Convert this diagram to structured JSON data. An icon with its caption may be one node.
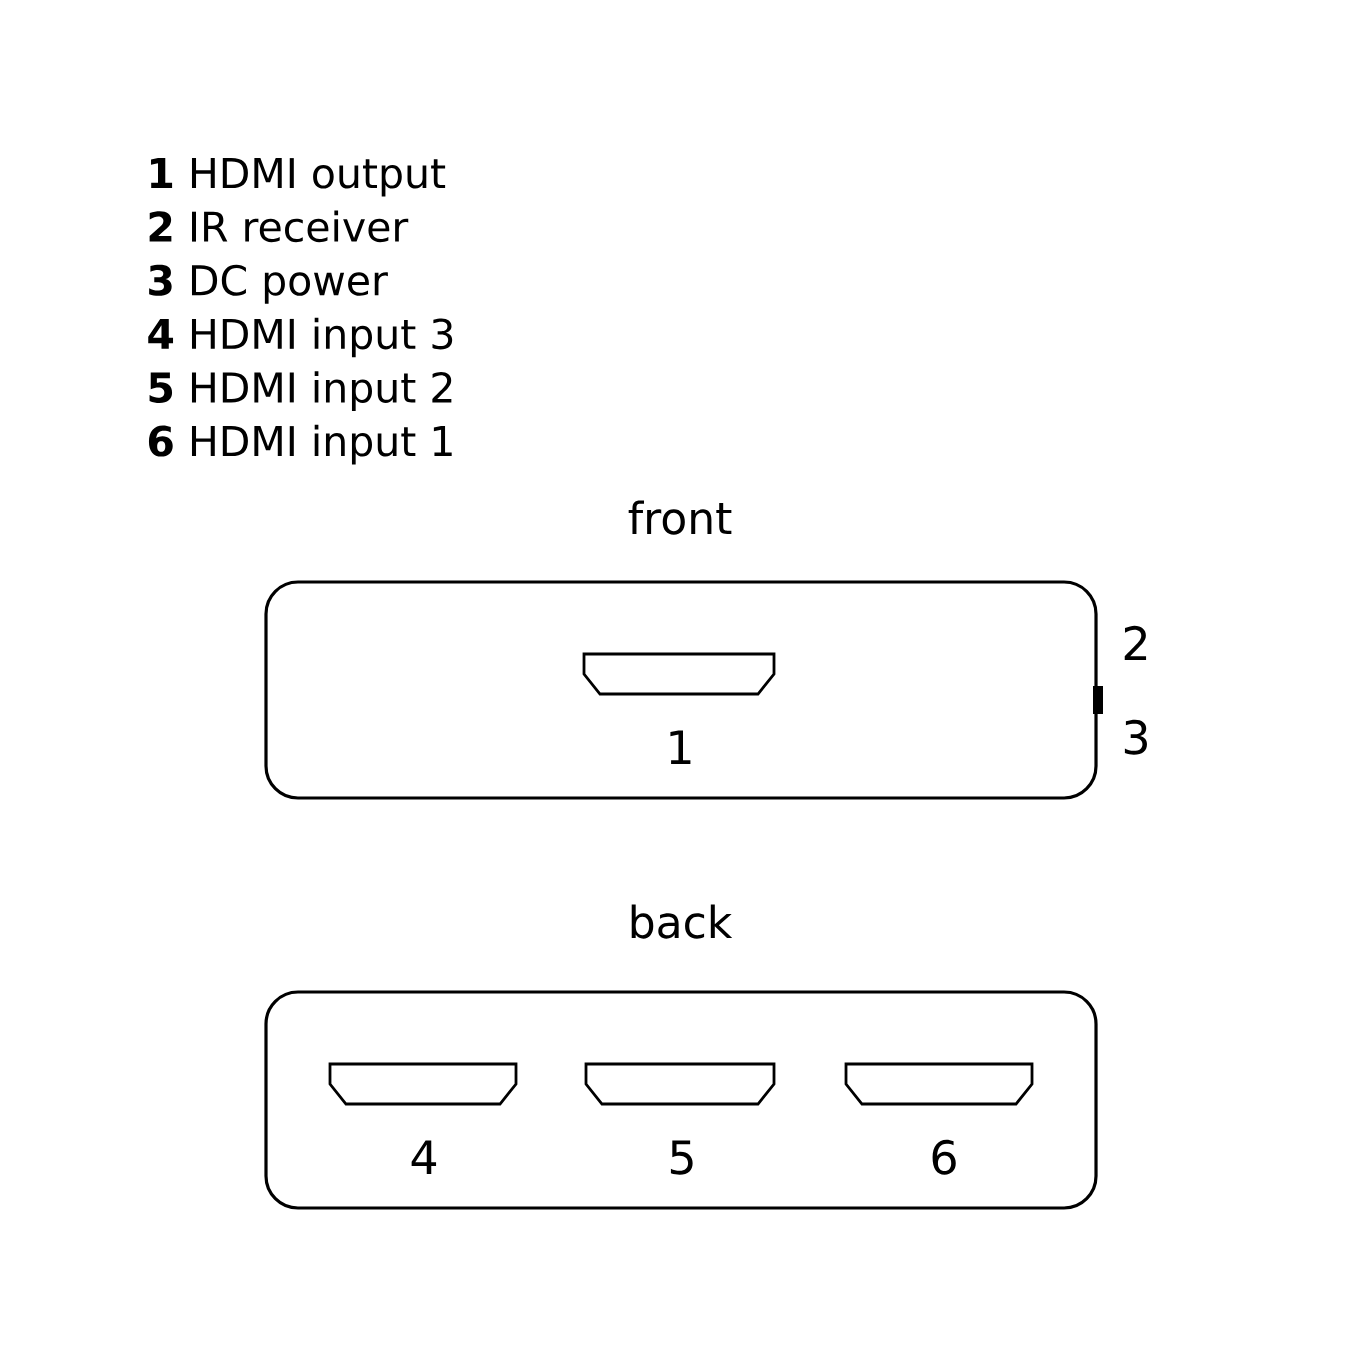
{
  "diagram": {
    "nodes": [
      {
        "text": [
          "front"
        ],
        "beside": [
          "2",
          "3"
        ]
      },
      {
        "text": [],
        "shape": "port",
        "in": 0,
        "beside": [
          "1"
        ]
      },
      {
        "text": [
          "back"
        ]
      },
      {
        "text": [],
        "shape": "port",
        "in": 2,
        "beside": [
          "4"
        ]
      },
      {
        "text": [],
        "shape": "port",
        "in": 2,
        "beside": [
          "5"
        ]
      },
      {
        "text": [],
        "shape": "port",
        "in": 2,
        "beside": [
          "6"
        ]
      }
    ],
    "labels": [
      "**1** HDMI output",
      "**2** IR receiver",
      "**3** DC power",
      "**4** HDMI input 3",
      "**5** HDMI input 2",
      "**6** HDMI input 1"
    ]
  }
}
